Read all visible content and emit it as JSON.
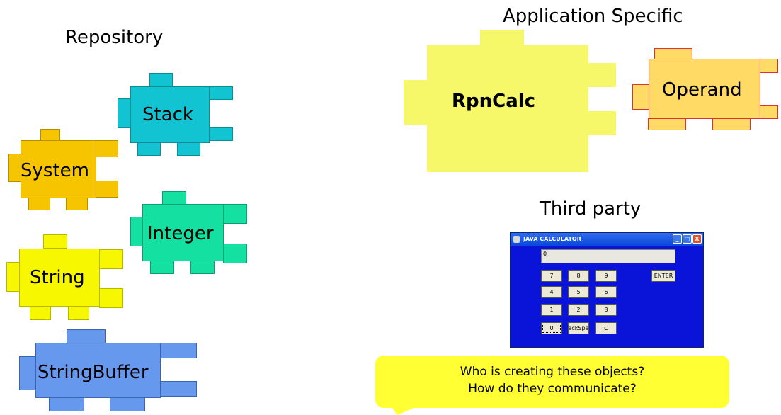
{
  "headings": {
    "repository": "Repository",
    "application_specific": "Application Specific",
    "third_party": "Third party"
  },
  "pieces": {
    "stack": "Stack",
    "system": "System",
    "integer": "Integer",
    "string": "String",
    "string_buffer": "StringBuffer",
    "rpn_calc": "RpnCalc",
    "operand": "Operand"
  },
  "calculator": {
    "title": "JAVA CALCULATOR",
    "display_value": "0",
    "buttons": {
      "seven": "7",
      "eight": "8",
      "nine": "9",
      "four": "4",
      "five": "5",
      "six": "6",
      "one": "1",
      "two": "2",
      "three": "3",
      "zero": "0",
      "backspace": "BackSpace",
      "clear": "C",
      "enter": "ENTER"
    },
    "window_buttons": {
      "minimize": "_",
      "maximize": "□",
      "close": "X"
    }
  },
  "callout": {
    "line1": "Who is creating these objects?",
    "line2": "How do they communicate?"
  },
  "colors": {
    "stack": "#12c4d2",
    "system": "#f7c400",
    "integer": "#14e0a2",
    "string": "#f7f700",
    "string_buffer": "#6699ee",
    "rpn_calc": "#f7f76a",
    "operand": "#ffdb66",
    "operand_border": "#e03030",
    "calculator_bg": "#0a14d8",
    "callout": "#ffff33"
  }
}
